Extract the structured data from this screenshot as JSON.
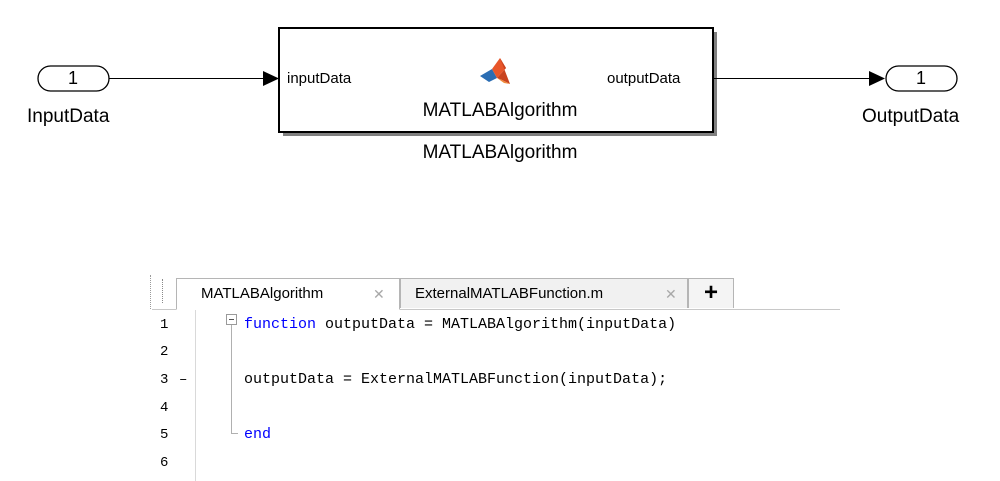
{
  "diagram": {
    "inport": {
      "number": "1",
      "name": "InputData"
    },
    "outport": {
      "number": "1",
      "name": "OutputData"
    },
    "block": {
      "input_port_label": "inputData",
      "output_port_label": "outputData",
      "inner_name": "MATLABAlgorithm",
      "title": "MATLABAlgorithm",
      "icon": "matlab-logo-icon"
    },
    "colors": {
      "line": "#000000",
      "block_border": "#000000"
    }
  },
  "editor": {
    "tabs": [
      {
        "label": "MATLABAlgorithm",
        "close": "✕",
        "active": true
      },
      {
        "label": "ExternalMATLABFunction.m",
        "close": "✕",
        "active": false
      }
    ],
    "add_tab_label": "+",
    "lines": [
      {
        "number": "1",
        "marker": "",
        "keyword": "function",
        "text": " outputData = MATLABAlgorithm(inputData)"
      },
      {
        "number": "2",
        "marker": "",
        "keyword": "",
        "text": ""
      },
      {
        "number": "3",
        "marker": "–",
        "keyword": "",
        "text": "outputData = ExternalMATLABFunction(inputData);"
      },
      {
        "number": "4",
        "marker": "",
        "keyword": "",
        "text": ""
      },
      {
        "number": "5",
        "marker": "",
        "keyword": "end",
        "text": ""
      },
      {
        "number": "6",
        "marker": "",
        "keyword": "",
        "text": ""
      }
    ],
    "colors": {
      "keyword": "#0000ff",
      "text": "#000000"
    }
  }
}
